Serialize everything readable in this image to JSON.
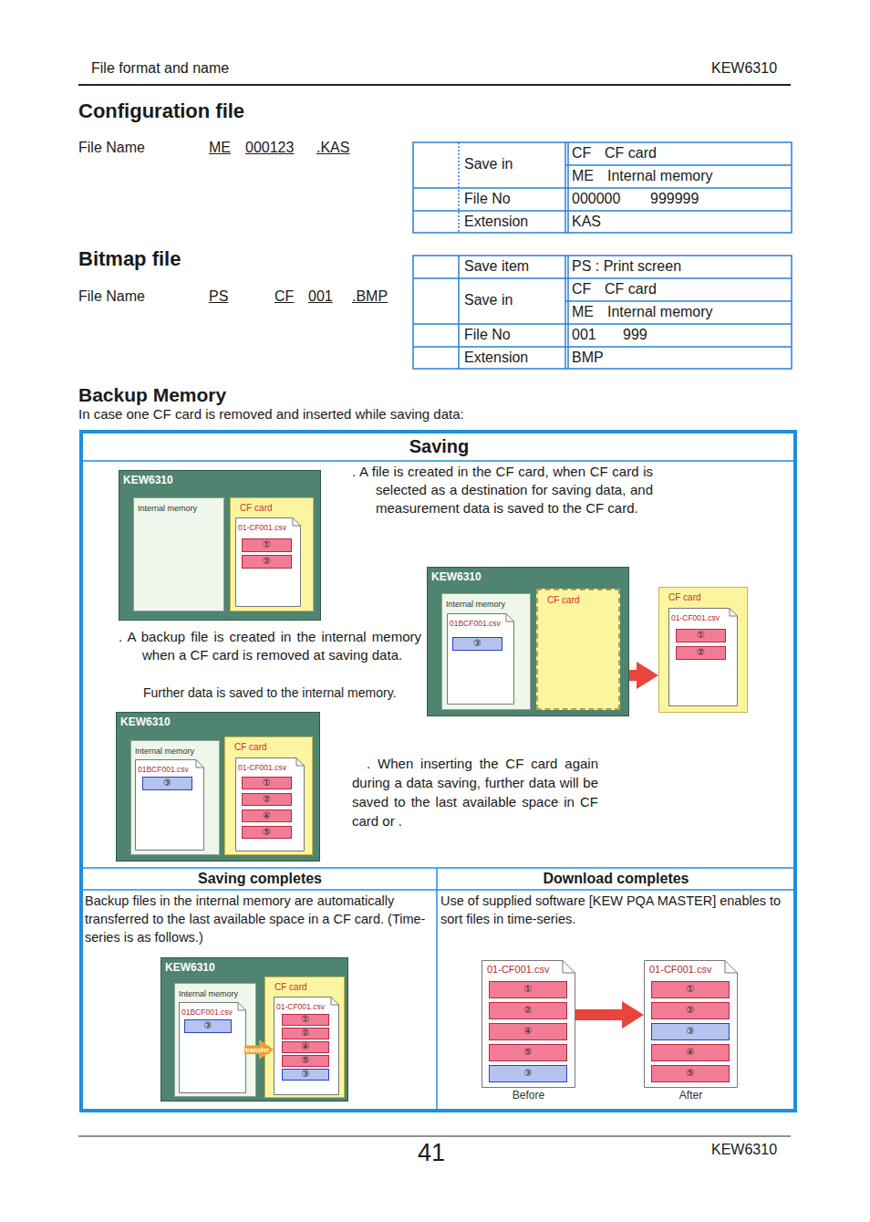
{
  "diagram": {
    "nodes": [
      {
        "text": [
          "KEW6310"
        ]
      },
      {
        "text": [
          "Internal memory"
        ],
        "in": 0
      },
      {
        "text": [
          "CF card"
        ],
        "in": 0
      },
      {
        "text": [
          "01-CF001.csv"
        ],
        "in": 2
      },
      {
        "text": [
          "①"
        ],
        "in": 3
      },
      {
        "text": [
          "②"
        ],
        "in": 3
      },
      {
        "text": [
          "KEW6310"
        ]
      },
      {
        "text": [
          "Internal memory"
        ],
        "in": 6
      },
      {
        "text": [
          "01BCF001.csv"
        ],
        "in": 7
      },
      {
        "text": [
          "③"
        ],
        "in": 8
      },
      {
        "text": [
          "CF card"
        ],
        "in": 6
      },
      {
        "text": [
          "CF card"
        ]
      },
      {
        "text": [
          "01-CF001.csv"
        ],
        "in": 11
      },
      {
        "text": [
          "①"
        ],
        "in": 12
      },
      {
        "text": [
          "②"
        ],
        "in": 12
      },
      {
        "text": [
          "KEW6310"
        ]
      },
      {
        "text": [
          "Internal memory"
        ],
        "in": 15
      },
      {
        "text": [
          "01BCF001.csv"
        ],
        "in": 16
      },
      {
        "text": [
          "③"
        ],
        "in": 17
      },
      {
        "text": [
          "CF card"
        ],
        "in": 15
      },
      {
        "text": [
          "01-CF001.csv"
        ],
        "in": 19
      },
      {
        "text": [
          "①"
        ],
        "in": 20
      },
      {
        "text": [
          "②"
        ],
        "in": 20
      },
      {
        "text": [
          "④"
        ],
        "in": 20
      },
      {
        "text": [
          "⑤"
        ],
        "in": 20
      },
      {
        "text": [
          "KEW6310"
        ]
      },
      {
        "text": [
          "Internal memory"
        ],
        "in": 25
      },
      {
        "text": [
          "01BCF001.csv"
        ],
        "in": 26
      },
      {
        "text": [
          "③"
        ],
        "in": 27
      },
      {
        "text": [
          "CF card"
        ],
        "in": 25
      },
      {
        "text": [
          "01-CF001.csv"
        ],
        "in": 29
      },
      {
        "text": [
          "①"
        ],
        "in": 30
      },
      {
        "text": [
          "②"
        ],
        "in": 30
      },
      {
        "text": [
          "④"
        ],
        "in": 30
      },
      {
        "text": [
          "⑤"
        ],
        "in": 30
      },
      {
        "text": [
          "③"
        ],
        "in": 30
      },
      {
        "text": [
          "01-CF001.csv",
          "Before"
        ]
      },
      {
        "text": [
          "①"
        ],
        "in": 36
      },
      {
        "text": [
          "②"
        ],
        "in": 36
      },
      {
        "text": [
          "④"
        ],
        "in": 36
      },
      {
        "text": [
          "⑤"
        ],
        "in": 36
      },
      {
        "text": [
          "③"
        ],
        "in": 36
      },
      {
        "text": [
          "01-CF001.csv",
          "After"
        ]
      },
      {
        "text": [
          "①"
        ],
        "in": 42
      },
      {
        "text": [
          "②"
        ],
        "in": 42
      },
      {
        "text": [
          "③"
        ],
        "in": 42
      },
      {
        "text": [
          "④"
        ],
        "in": 42
      },
      {
        "text": [
          "⑤"
        ],
        "in": 42
      }
    ],
    "edges": [
      {
        "from": 6,
        "to": 11,
        "arrow": "to"
      },
      {
        "from": 27,
        "to": 30,
        "label": "transfer",
        "arrow": "to"
      },
      {
        "from": 36,
        "to": 42,
        "arrow": "to"
      }
    ],
    "labels": [
      "File format and name",
      "KEW6310",
      "Configuration file",
      "File Name",
      "ME",
      "000123",
      ".KAS",
      "Save in",
      "CF",
      "CF card",
      "ME",
      "Internal memory",
      "File No",
      "000000",
      "999999",
      "Extension",
      "KAS",
      "Bitmap file",
      "File Name",
      "PS",
      "CF",
      "001",
      ".BMP",
      "Save item",
      "PS : Print screen",
      "Save in",
      "CF",
      "CF card",
      "ME",
      "Internal memory",
      "File No",
      "001",
      "999",
      "Extension",
      "BMP",
      "Backup Memory",
      "In case one CF card is removed and inserted while saving data:",
      "Saving",
      ". A file is created in the CF card, when CF card is selected as a destination for saving data, and measurement data is saved to the CF card.",
      ". A backup file is created in the internal memory when a CF card is removed at saving data.",
      "Further data is saved to the internal memory.",
      ". When inserting the CF card again during a data saving, further data will be saved to the last available space in CF card or .",
      "Saving completes",
      "Download completes",
      "Backup files in the internal memory are automatically transferred to the last available space in a CF card. (Time-series is as follows.)",
      "Use of supplied software [KEW PQA MASTER] enables to sort files in time-series.",
      "41",
      "KEW6310"
    ]
  }
}
